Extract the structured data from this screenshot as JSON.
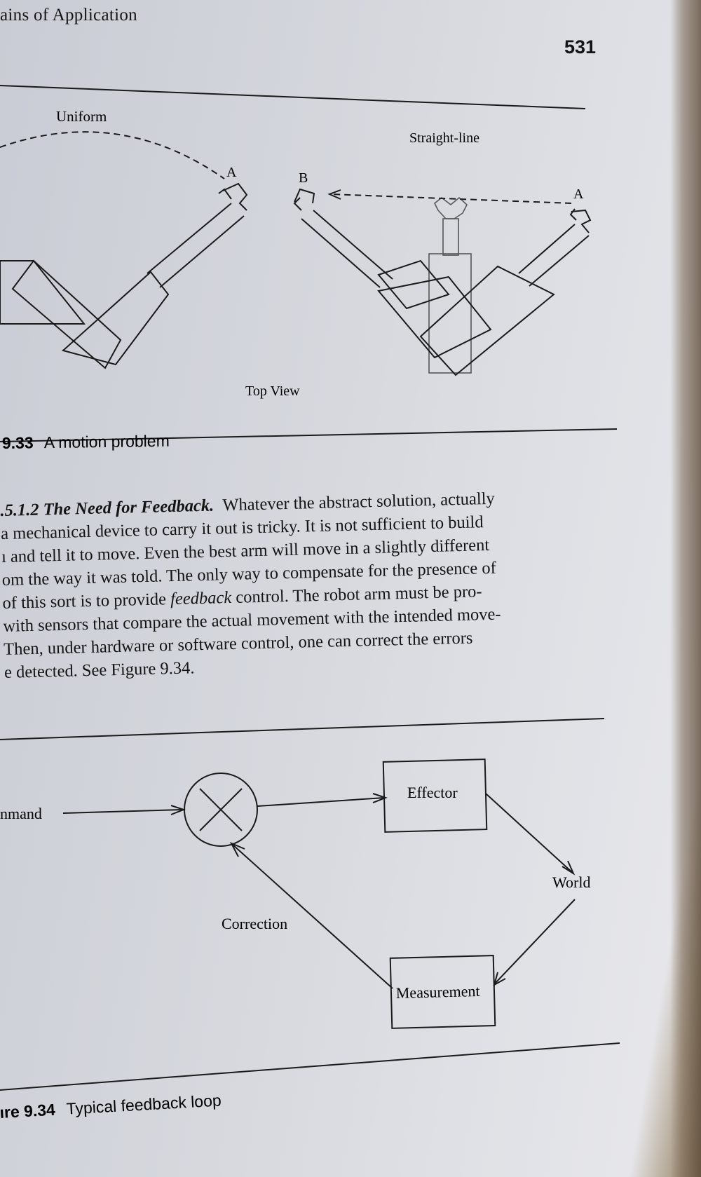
{
  "header": {
    "running_head": "ains of Application",
    "page_number": "531"
  },
  "figure_933": {
    "label_uniform": "Uniform",
    "label_straight_line": "Straight-line",
    "label_a_left": "A",
    "label_b": "B",
    "label_a_right": "A",
    "label_top_view": "Top View",
    "caption_number": "9.33",
    "caption_text": "A motion problem"
  },
  "section": {
    "heading": ".5.1.2 The Need for Feedback.",
    "lines": [
      "Whatever the abstract solution, actually",
      " a mechanical device to carry it out is tricky.  It is not sufficient to build",
      "ı and tell it to move.  Even the best arm will move in a slightly different",
      "om the way it was told.  The only way to compensate for the presence of",
      "of this sort is to provide ",
      "feedback",
      " control.  The robot arm must be pro-",
      "with sensors that compare the actual movement with the intended move-",
      "  Then, under hardware or software control, one can correct the errors",
      "e detected.  See Figure 9.34."
    ]
  },
  "figure_934": {
    "label_command": "nmand",
    "label_effector": "Effector",
    "label_world": "World",
    "label_measurement": "Measurement",
    "label_correction": "Correction",
    "caption_number": "ıre 9.34",
    "caption_text": "Typical feedback loop"
  }
}
